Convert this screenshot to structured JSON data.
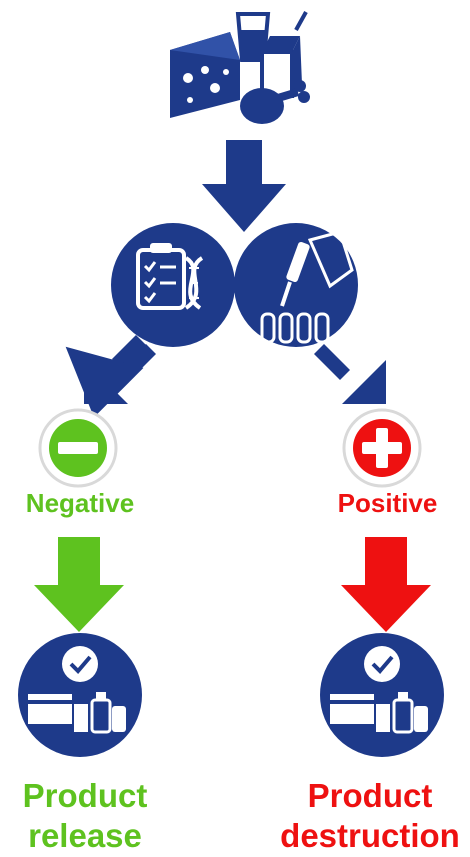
{
  "labels": {
    "negative": "Negative",
    "positive": "Positive",
    "release_line1": "Product",
    "release_line2": "release",
    "destruction_line1": "Product",
    "destruction_line2": "destruction"
  },
  "colors": {
    "navy": "#1e3a8a",
    "green": "#5ec21f",
    "red": "#ee1111",
    "white": "#ffffff"
  },
  "icons": {
    "food": "food-products-icon",
    "dna": "dna-analysis-icon",
    "pipette": "lab-testing-icon",
    "negative": "minus-icon",
    "positive": "plus-icon",
    "release": "checked-product-icon",
    "destruction": "checked-product-icon"
  }
}
